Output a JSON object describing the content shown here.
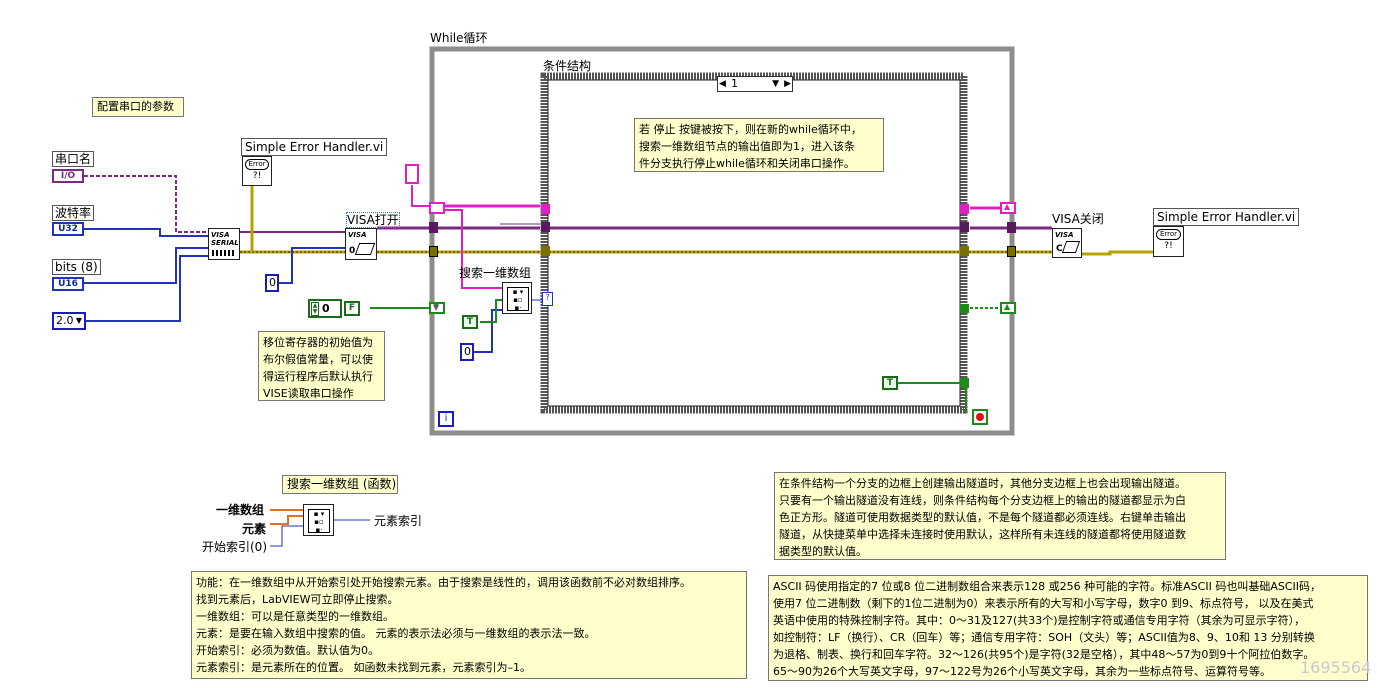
{
  "config_label": "配置串口的参数",
  "controls": {
    "serial_name": {
      "label": "串口名",
      "tag": "I/O"
    },
    "baud_rate": {
      "label": "波特率",
      "tag": "U32"
    },
    "bits": {
      "label": "bits (8)",
      "tag": "U16"
    },
    "stop_bits": {
      "value": "2.0"
    }
  },
  "serial_node_text": "VISA\nSERIAL",
  "visa_open_label": "VISA打开",
  "error_handler_1": "Simple Error Handler.vi",
  "error_handler_2": "Simple Error Handler.vi",
  "error_icon_text": "Error",
  "visa_close_label": "VISA关闭",
  "zero_const_1": "0",
  "zero_const_2": "0",
  "zero_const_3": "0",
  "bool_true": "T",
  "bool_false": "F",
  "shift_register_note": [
    "移位寄存器的初始值为",
    "布尔假值常量，可以使",
    "得运行程序后默认执行",
    "VISE读取串口操作"
  ],
  "while_loop_label": "While循环",
  "case_structure_label": "条件结构",
  "case_selector_value": "1",
  "case_note": [
    "若 停止 按键被按下，则在新的while循环中，",
    "搜索一维数组节点的输出值即为1，进入该条",
    "件分支执行停止while循环和关闭串口操作。"
  ],
  "search_array_label": "搜索一维数组",
  "iteration_terminal": "i",
  "search_func": {
    "title": "搜索一维数组 (函数)",
    "inputs": [
      "一维数组",
      "元素",
      "开始索引(0)"
    ],
    "output": "元素索引"
  },
  "function_note": [
    "功能：在一维数组中从开始索引处开始搜索元素。由于搜索是线性的，调用该函数前不必对数组排序。",
    "        找到元素后，LabVIEW可立即停止搜索。",
    "一维数组：可以是任意类型的一维数组。",
    " 元素：是要在输入数组中搜索的值。 元素的表示法必须与一维数组的表示法一致。",
    " 开始索引：必须为数值。默认值为0。",
    " 元素索引：是元素所在的位置。 如函数未找到元素，元素索引为–1。"
  ],
  "tunnel_note": [
    "在条件结构一个分支的边框上创建输出隧道时，其他分支边框上也会出现输出隧道。",
    "只要有一个输出隧道没有连线，则条件结构每个分支边框上的输出的隧道都显示为白",
    "色正方形。隧道可使用数据类型的默认值，不是每个隧道都必须连线。右键单击输出",
    "隧道，从快捷菜单中选择未连接时使用默认，这样所有未连线的隧道都将使用隧道数",
    "据类型的默认值。"
  ],
  "ascii_note": [
    "ASCII 码使用指定的7 位或8 位二进制数组合来表示128 或256 种可能的字符。标准ASCII 码也叫基础ASCII码，",
    "使用7 位二进制数（剩下的1位二进制为0）来表示所有的大写和小写字母，数字0 到9、标点符号， 以及在美式",
    "英语中使用的特殊控制字符。其中：0～31及127(共33个)是控制字符或通信专用字符（其余为可显示字符），",
    "如控制符：LF（换行）、CR（回车）等；通信专用字符：SOH（文头）等；ASCII值为8、9、10和 13 分别转换",
    "为退格、制表、换行和回车字符。32～126(共95个)是字符(32是空格），其中48～57为0到9十个阿拉伯数字。",
    "65～90为26个大写英文字母，97～122号为26个小写英文字母，其余为一些标点符号、运算符号等。"
  ],
  "watermark": "1695564"
}
